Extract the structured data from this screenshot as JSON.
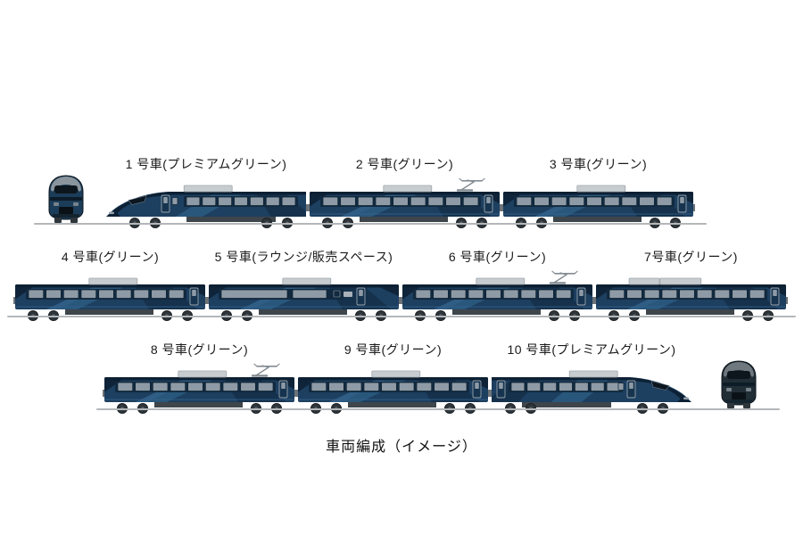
{
  "caption": "車両編成（イメージ）",
  "colors": {
    "body": "#1d3f60",
    "body_light": "#2b5a80",
    "body_accent": "#35638a",
    "body_dark": "#0d2033",
    "overlay_dark": "#142e47",
    "window": "#8e9aa5",
    "window_band": "#122a40",
    "window_frame": "#0f2435",
    "door": "#16344f",
    "door_outline": "#97a3ac",
    "underfloor": "#3e454b",
    "wheel": "#2f363b",
    "wheel_hub": "#5a6065",
    "roof_box": "#c7ccd0",
    "roof_box_outline": "#9fa5a9",
    "pantograph": "#848c92",
    "coupler": "#6d7377",
    "ground": "#b3b7ba",
    "front_body": "#1c3d59",
    "front_body_right": "#222e36",
    "front_cap": "#8a949c",
    "front_cap_right": "#6f787e",
    "text": "#1a1a1a"
  },
  "rows": [
    {
      "front": "left",
      "cars": [
        {
          "label": "1 号車(プレミアムグリーン)",
          "type": "nose-left",
          "pantograph": false,
          "roof_box": "center"
        },
        {
          "label": "2 号車(グリーン)",
          "type": "mid",
          "pantograph": true,
          "roof_box": "center"
        },
        {
          "label": "3 号車(グリーン)",
          "type": "mid",
          "pantograph": false,
          "roof_box": "center"
        }
      ]
    },
    {
      "front": null,
      "cars": [
        {
          "label": "4 号車(グリーン)",
          "type": "mid",
          "pantograph": false,
          "roof_box": "center"
        },
        {
          "label": "5 号車(ラウンジ/販売スペース)",
          "type": "lounge",
          "pantograph": false,
          "roof_box": "center"
        },
        {
          "label": "6 号車(グリーン)",
          "type": "mid",
          "pantograph": true,
          "roof_box": "center"
        },
        {
          "label": "7号車(グリーン)",
          "type": "mid",
          "pantograph": false,
          "roof_box": "double"
        }
      ]
    },
    {
      "front": "right",
      "cars": [
        {
          "label": "8 号車(グリーン)",
          "type": "mid",
          "pantograph": true,
          "roof_box": "center"
        },
        {
          "label": "9 号車(グリーン)",
          "type": "mid",
          "pantograph": false,
          "roof_box": "center"
        },
        {
          "label": "10 号車(プレミアムグリーン)",
          "type": "nose-right",
          "pantograph": false,
          "roof_box": "center"
        }
      ]
    }
  ]
}
